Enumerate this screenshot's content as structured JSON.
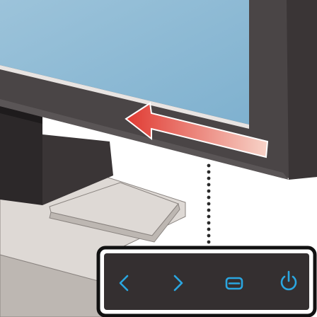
{
  "illustration": {
    "subject": "monitor-front-panel-controls",
    "arrow_direction": "left",
    "buttons": [
      {
        "name": "previous-button",
        "icon": "chevron-left-icon"
      },
      {
        "name": "next-button",
        "icon": "chevron-right-icon"
      },
      {
        "name": "menu-button",
        "icon": "menu-rectangle-icon"
      },
      {
        "name": "power-button",
        "icon": "power-icon"
      }
    ]
  },
  "colors": {
    "screen": "#7fb1cf",
    "screen_highlight": "#9cc3da",
    "bezel": "#4a4546",
    "bezel_side": "#3a3536",
    "bezel_edge": "#5a5556",
    "stand_neck": "#2c2829",
    "base_top": "#ded9d5",
    "base_side": "#bdb7b2",
    "base_outline": "#8a8480",
    "arrow_start": "#e03a32",
    "arrow_end": "#f7d3c8",
    "dotted_line": "#2a2a2a",
    "callout_border": "#111111",
    "callout_fill": "#3d3839",
    "panel_fill": "#342f30",
    "icon_glow": "#2aa6e0"
  }
}
